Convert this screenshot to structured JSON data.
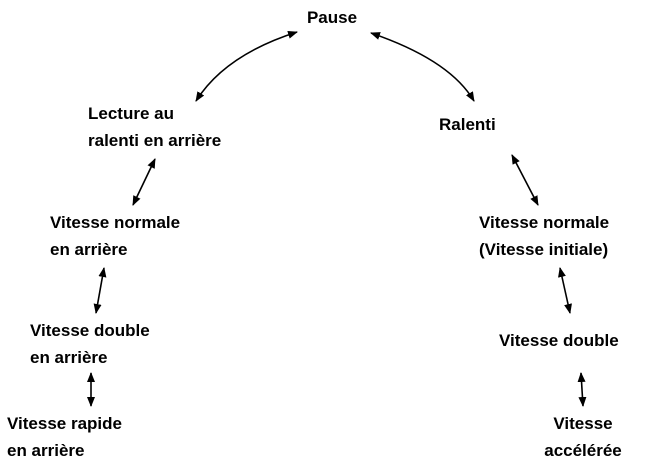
{
  "nodes": {
    "pause": {
      "lines": [
        "Pause"
      ]
    },
    "reverse_slow": {
      "lines": [
        "Lecture au",
        "ralenti en arrière"
      ]
    },
    "reverse_normal": {
      "lines": [
        "Vitesse normale",
        "en arrière"
      ]
    },
    "reverse_double": {
      "lines": [
        "Vitesse double",
        "en arrière"
      ]
    },
    "reverse_fast": {
      "lines": [
        "Vitesse rapide",
        "en arrière"
      ]
    },
    "slow": {
      "lines": [
        "Ralenti"
      ]
    },
    "normal": {
      "lines": [
        "Vitesse normale",
        "(Vitesse initiale)"
      ]
    },
    "double": {
      "lines": [
        "Vitesse double"
      ]
    },
    "accelerated": {
      "lines": [
        "Vitesse",
        "accélérée"
      ]
    }
  },
  "colors": {
    "text": "#000000",
    "arrow": "#000000",
    "background": "#ffffff"
  },
  "arrow_style": "double-headed"
}
